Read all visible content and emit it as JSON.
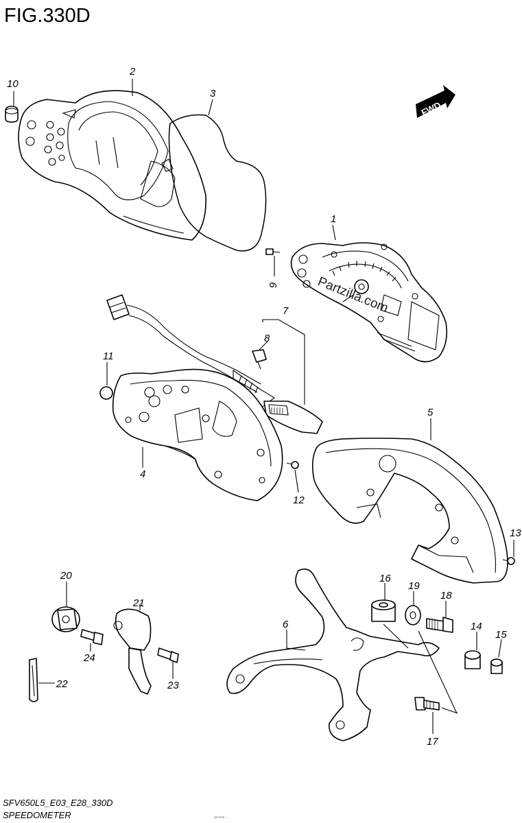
{
  "title": "FIG.330D",
  "badge": "FWD",
  "footer": {
    "code": "SFV650L5_E03_E28_330D",
    "name": "SPEEDOMETER"
  },
  "watermark": "Partzilla.com",
  "tiny_text": "NOTICE: ...",
  "callouts": [
    {
      "id": "1",
      "text": "1"
    },
    {
      "id": "2",
      "text": "2"
    },
    {
      "id": "3",
      "text": "3"
    },
    {
      "id": "4",
      "text": "4"
    },
    {
      "id": "5",
      "text": "5"
    },
    {
      "id": "6",
      "text": "6"
    },
    {
      "id": "7",
      "text": "7"
    },
    {
      "id": "8",
      "text": "8"
    },
    {
      "id": "9",
      "text": "9"
    },
    {
      "id": "10",
      "text": "10"
    },
    {
      "id": "11",
      "text": "11"
    },
    {
      "id": "12",
      "text": "12"
    },
    {
      "id": "13",
      "text": "13"
    },
    {
      "id": "14",
      "text": "14"
    },
    {
      "id": "15",
      "text": "15"
    },
    {
      "id": "16",
      "text": "16"
    },
    {
      "id": "17",
      "text": "17"
    },
    {
      "id": "18",
      "text": "18"
    },
    {
      "id": "19",
      "text": "19"
    },
    {
      "id": "20",
      "text": "20"
    },
    {
      "id": "21",
      "text": "21"
    },
    {
      "id": "22",
      "text": "22"
    },
    {
      "id": "23",
      "text": "23"
    },
    {
      "id": "24",
      "text": "24"
    }
  ]
}
